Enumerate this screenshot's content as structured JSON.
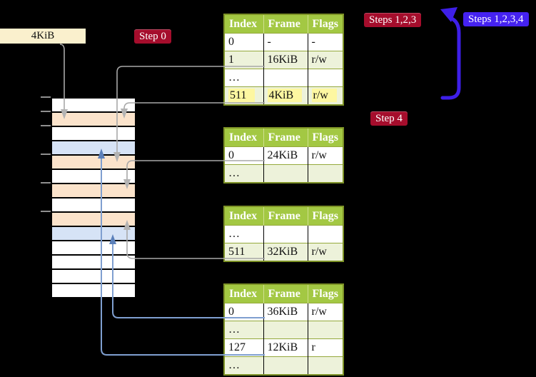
{
  "palette": {
    "background": "#000000",
    "header_green": "#a3c843",
    "row_green": "#edf2da",
    "table_border_olive": "#7d9226",
    "badge_red": "#a50d2c",
    "badge_blue": "#4522f0",
    "arrow_indigo": "#3e1fe8",
    "box_cream": "#faf0cd",
    "frame_white": "#ffffff",
    "frame_peach": "#fbe3cb",
    "frame_blue": "#d6e3f6",
    "highlight_yellow": "#fdf7a1",
    "connector_gray": "#a8a8a8",
    "connector_blue": "#7f9fd0",
    "arrowhead_steel": "#5b80ba"
  },
  "labels": {
    "page_box": "4KiB"
  },
  "badges": {
    "step0": "Step 0",
    "steps123": "Steps 1,2,3",
    "steps1234": "Steps 1,2,3,4",
    "step4": "Step 4"
  },
  "tables": [
    {
      "headers": [
        "Index",
        "Frame",
        "Flags"
      ],
      "rows": [
        {
          "cells": [
            "0",
            "-",
            "-"
          ]
        },
        {
          "cells": [
            "1",
            "16KiB",
            "r/w"
          ]
        },
        {
          "cells": [
            "…",
            "",
            ""
          ]
        },
        {
          "cells": [
            "511",
            "4KiB",
            "r/w"
          ],
          "highlight": true
        }
      ]
    },
    {
      "headers": [
        "Index",
        "Frame",
        "Flags"
      ],
      "rows": [
        {
          "cells": [
            "0",
            "24KiB",
            "r/w"
          ]
        },
        {
          "cells": [
            "…",
            "",
            ""
          ]
        }
      ]
    },
    {
      "headers": [
        "Index",
        "Frame",
        "Flags"
      ],
      "rows": [
        {
          "cells": [
            "…",
            "",
            ""
          ]
        },
        {
          "cells": [
            "511",
            "32KiB",
            "r/w"
          ]
        }
      ]
    },
    {
      "headers": [
        "Index",
        "Frame",
        "Flags"
      ],
      "rows": [
        {
          "cells": [
            "0",
            "36KiB",
            "r/w"
          ]
        },
        {
          "cells": [
            "…",
            "",
            ""
          ]
        },
        {
          "cells": [
            "127",
            "12KiB",
            "r"
          ]
        },
        {
          "cells": [
            "…",
            "",
            ""
          ]
        }
      ]
    }
  ],
  "memory": {
    "rows": [
      "white",
      "peach",
      "white",
      "blue",
      "peach",
      "white",
      "peach",
      "white",
      "peach",
      "blue",
      "white",
      "white",
      "white",
      "white"
    ]
  }
}
